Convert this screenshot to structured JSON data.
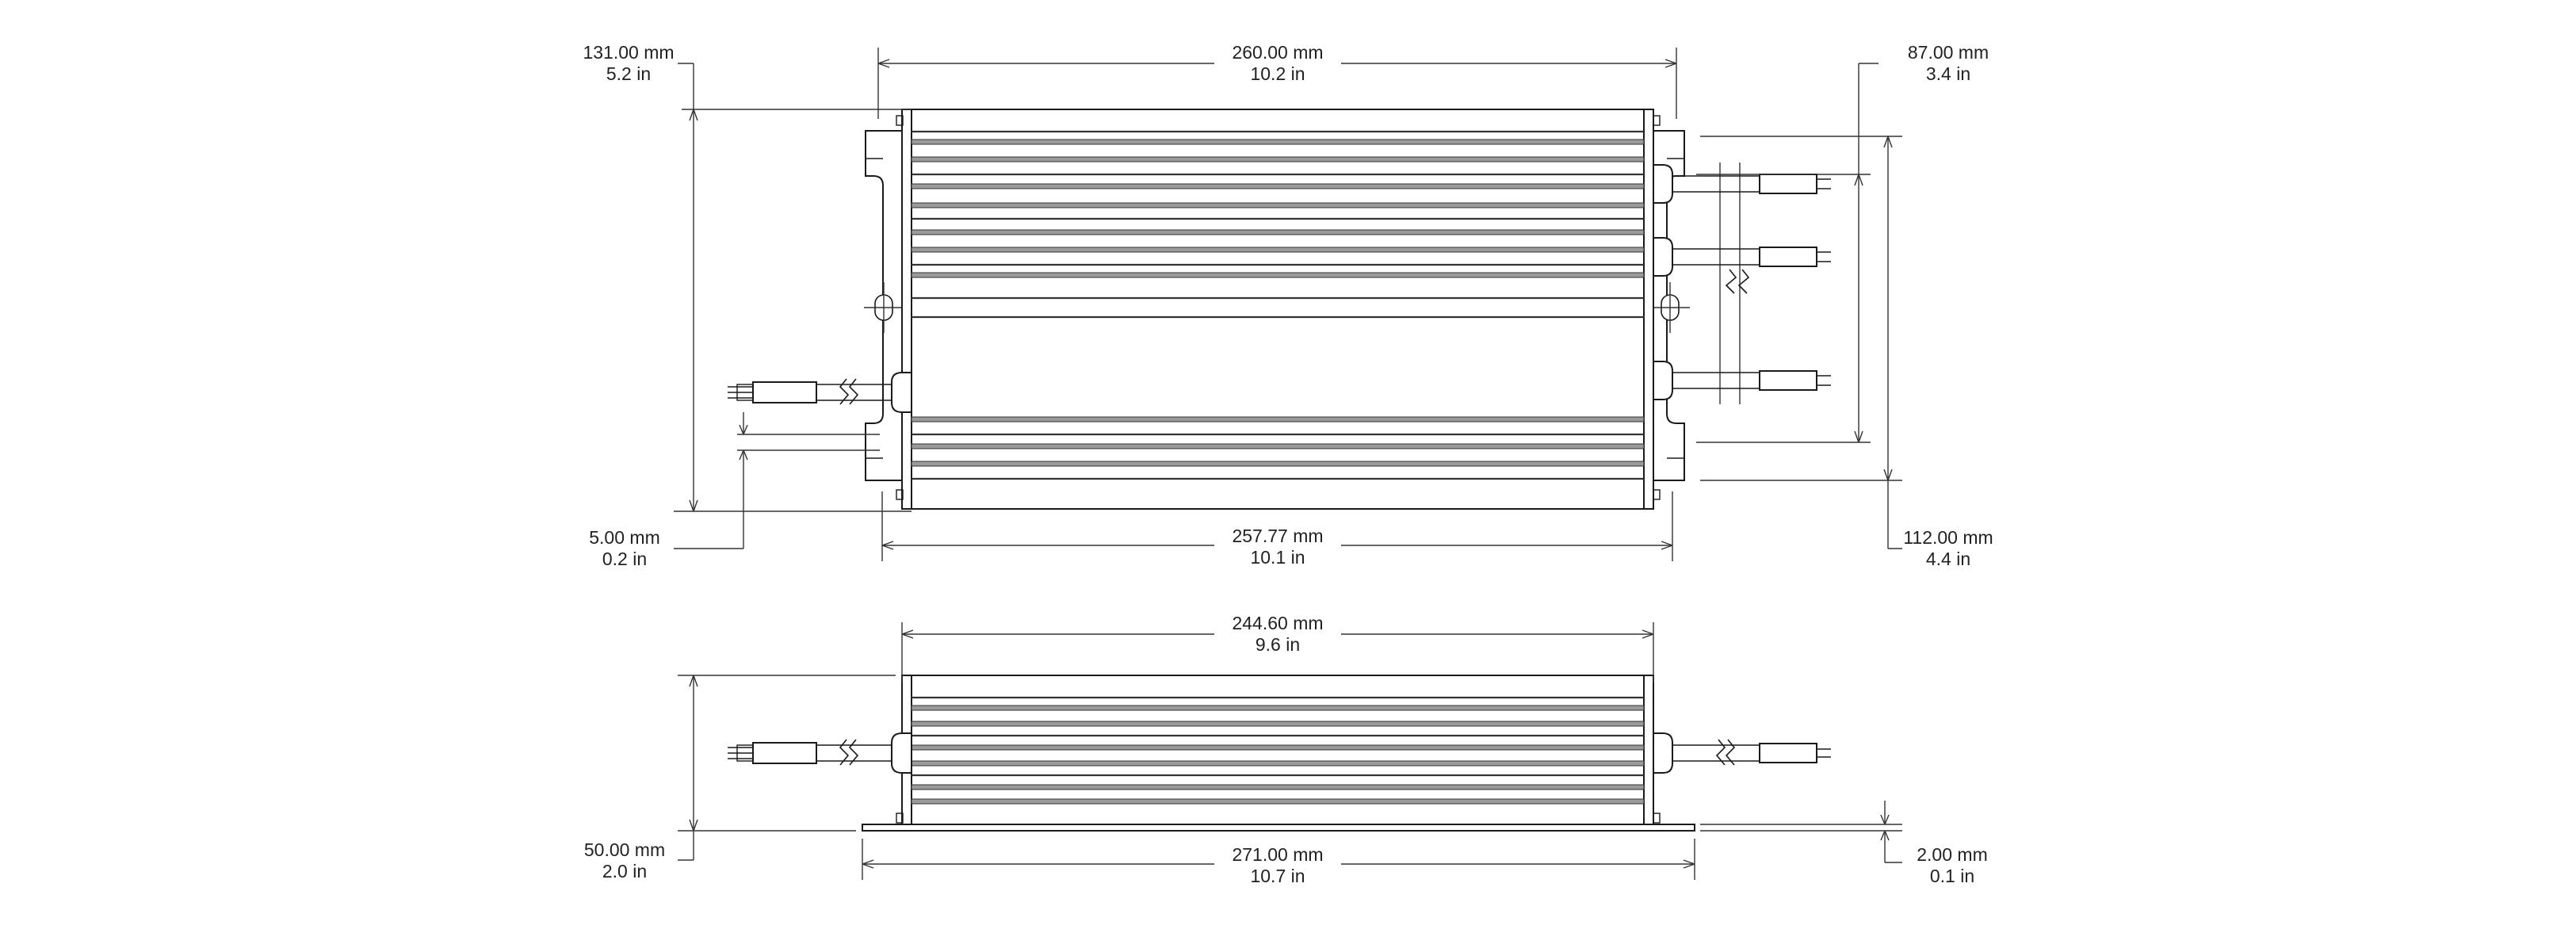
{
  "colors": {
    "line": "#1a1a1a",
    "fin_fill": "#9a9a9a",
    "background": "#ffffff",
    "text": "#222222"
  },
  "top_view": {
    "width_overall": {
      "mm": "260.00 mm",
      "in": "10.2 in"
    },
    "height_overall": {
      "mm": "131.00 mm",
      "in": "5.2 in"
    },
    "body_length": {
      "mm": "257.77 mm",
      "in": "10.1 in"
    },
    "slot_width": {
      "mm": "5.00 mm",
      "in": "0.2 in"
    },
    "output_spacing": {
      "mm": "87.00 mm",
      "in": "3.4 in"
    },
    "mount_spacing": {
      "mm": "112.00 mm",
      "in": "4.4 in"
    }
  },
  "side_view": {
    "body_length": {
      "mm": "244.60 mm",
      "in": "9.6 in"
    },
    "height": {
      "mm": "50.00 mm",
      "in": "2.0 in"
    },
    "flange_length": {
      "mm": "271.00 mm",
      "in": "10.7 in"
    },
    "flange_thickness": {
      "mm": "2.00 mm",
      "in": "0.1 in"
    }
  }
}
